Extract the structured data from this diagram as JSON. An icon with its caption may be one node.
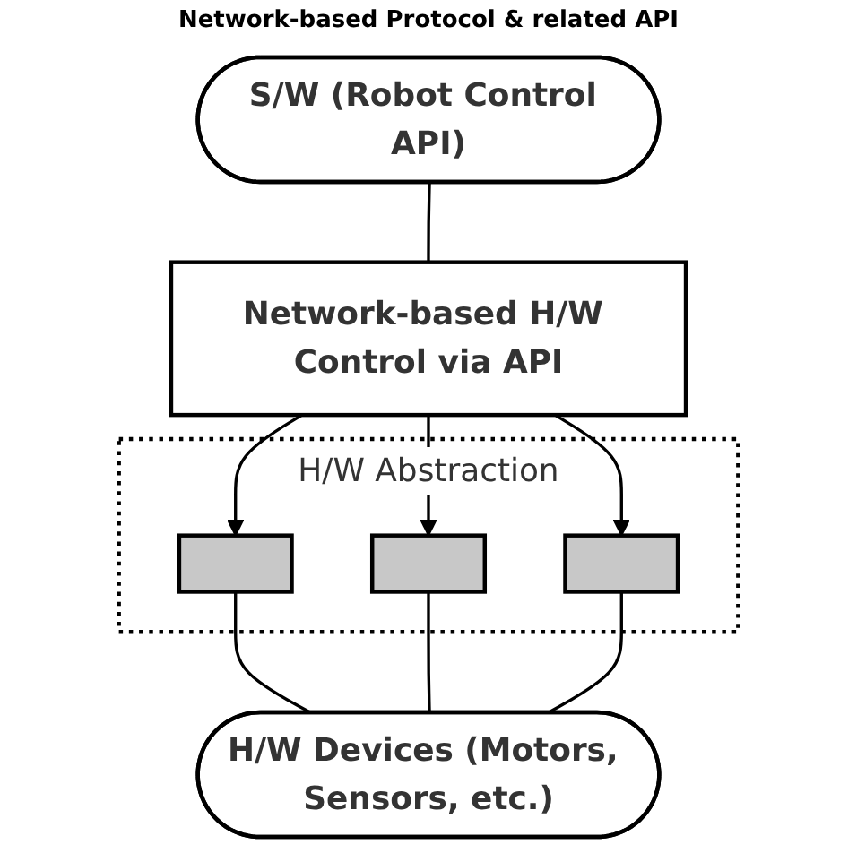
{
  "diagram": {
    "nodes": [
      {
        "text": [
          "S/W (Robot Control API)"
        ]
      },
      {
        "text": [
          "Network-based H/W Control via API"
        ]
      },
      {
        "text": [
          "H/W Abstraction"
        ]
      },
      {
        "text": [],
        "shape": "box",
        "in": 2
      },
      {
        "text": [],
        "shape": "box",
        "in": 2
      },
      {
        "text": [],
        "shape": "box",
        "in": 2
      },
      {
        "text": [
          "H/W Devices (Motors, Sensors, etc.)"
        ]
      }
    ],
    "edges": [
      {
        "from": 0,
        "to": 1,
        "arrow": "none"
      },
      {
        "from": 1,
        "to": 3,
        "arrow": "to"
      },
      {
        "from": 1,
        "to": 4,
        "arrow": "to"
      },
      {
        "from": 1,
        "to": 5,
        "arrow": "to"
      },
      {
        "from": 3,
        "to": 6,
        "arrow": "none"
      },
      {
        "from": 4,
        "to": 6,
        "arrow": "none"
      },
      {
        "from": 5,
        "to": 6,
        "arrow": "none"
      }
    ],
    "labels": [
      "Network-based Protocol & related API"
    ]
  }
}
